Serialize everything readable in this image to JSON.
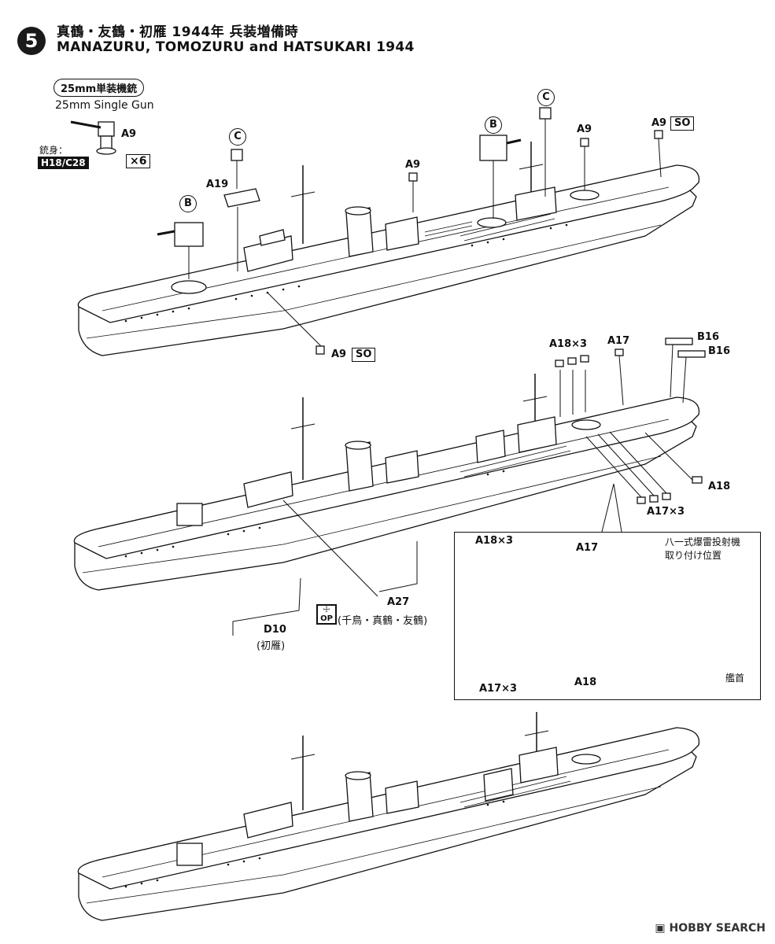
{
  "header": {
    "step_number": "5",
    "title_jp": "真鶴・友鶴・初雁 1944年 兵装増備時",
    "title_en": "MANAZURU, TOMOZURU and HATSUKARI 1944"
  },
  "gun_callout": {
    "label_jp": "25mm単装機銃",
    "label_en": "25mm Single Gun",
    "barrel_label": "銃身：",
    "barrel_parts": "H18/C28",
    "part": "A9",
    "quantity": "×6"
  },
  "ship1_labels": {
    "b_turret": "B",
    "c_mount_left": "C",
    "a19": "A19",
    "a9_mid": "A9",
    "b_turret_right": "B",
    "c_mount_right": "C",
    "a9_right": "A9",
    "a9_so_right": "A9",
    "so_right": "SO",
    "a9_so_bottom": "A9",
    "so_bottom": "SO"
  },
  "ship2_labels": {
    "a18x3": "A18",
    "a18x3_mult": "×3",
    "a17": "A17",
    "b16_a": "B16",
    "b16_b": "B16",
    "a18": "A18",
    "a17x3": "A17",
    "a17x3_mult": "×3",
    "a27": "A27",
    "a27_note": "(千鳥・真鶴・友鶴)",
    "op_line1": "OP",
    "d10": "D10",
    "d10_note": "(初雁)"
  },
  "inset": {
    "a18x3": "A18",
    "a18x3_mult": "×3",
    "a17": "A17",
    "note_line1": "八一式爆雷投射機",
    "note_line2": "取り付け位置",
    "a17x3": "A17",
    "a17x3_mult": "×3",
    "a18": "A18",
    "bow_label": "艦首"
  },
  "footer": {
    "watermark": "HOBBY SEARCH"
  }
}
